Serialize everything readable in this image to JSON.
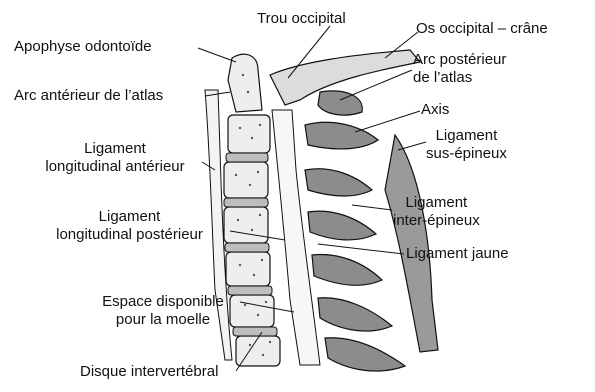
{
  "colors": {
    "ink": "#111111",
    "bone": "#ececec",
    "disc": "#bdbdbd",
    "shade": "#7a7a7a",
    "background": "#ffffff"
  },
  "labels": {
    "trou_occipital": "Trou occipital",
    "os_occipital": "Os occipital – crâne",
    "apophyse_odontoide": "Apophyse odontoïde",
    "arc_posterieur_atlas": [
      "Arc postérieur",
      "de l’atlas"
    ],
    "arc_anterieur_atlas": "Arc antérieur de l’atlas",
    "axis": "Axis",
    "ligament_sus_epineux": [
      "Ligament",
      "sus-épineux"
    ],
    "ligament_longitudinal_anterieur": [
      "Ligament",
      "longitudinal antérieur"
    ],
    "ligament_inter_epineux": [
      "Ligament",
      "inter-épineux"
    ],
    "ligament_longitudinal_posterieur": [
      "Ligament",
      "longitudinal postérieur"
    ],
    "ligament_jaune": "Ligament jaune",
    "espace_moelle": [
      "Espace disponible",
      "pour la moelle"
    ],
    "disque_intervertebral": "Disque intervertébral"
  }
}
